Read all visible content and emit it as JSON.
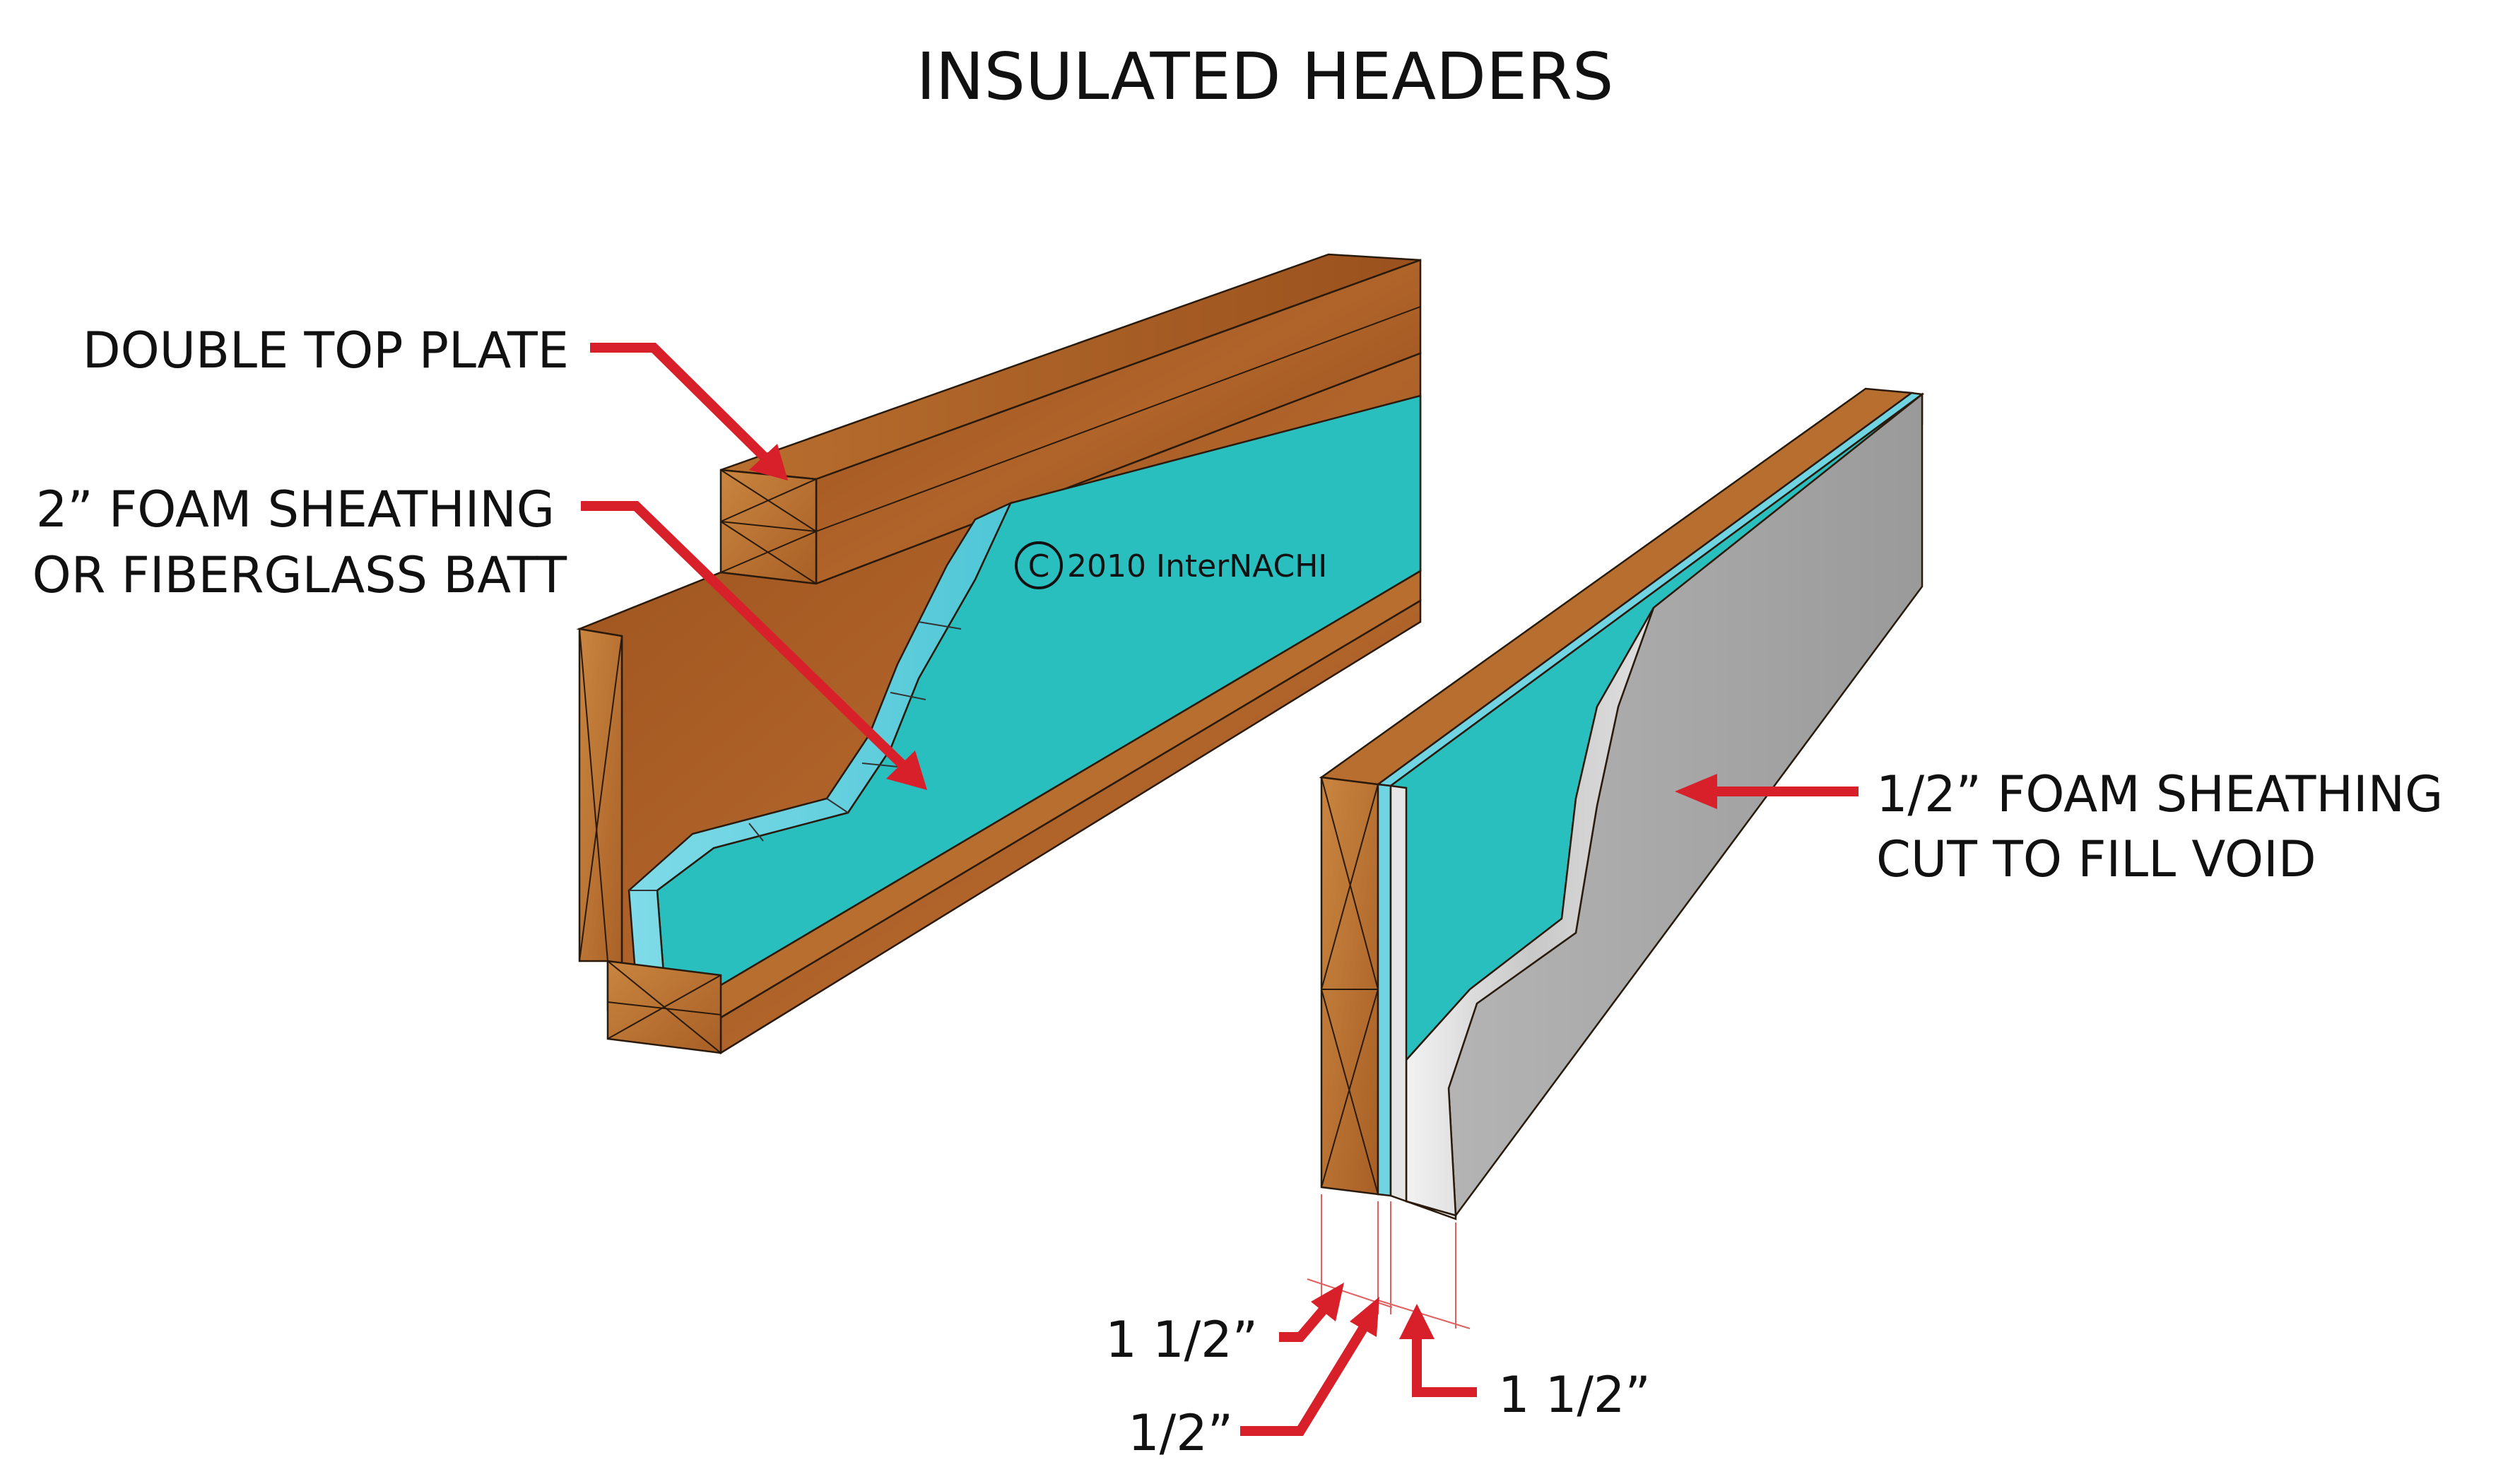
{
  "title": "INSULATED HEADERS",
  "copyright": {
    "symbol": "C",
    "text": "2010  InterNACHI"
  },
  "callouts": {
    "double_top_plate": "DOUBLE TOP PLATE",
    "foam_line1": "2” FOAM SHEATHING",
    "foam_line2": "OR FIBERGLASS BATT",
    "half_foam_line1": "1/2” FOAM SHEATHING",
    "half_foam_line2": "CUT TO FILL VOID"
  },
  "dimensions": {
    "left": "1 1/2”",
    "middle": "1/2”",
    "right": "1 1/2”"
  },
  "colors": {
    "wood_front": "#a3571f",
    "wood_top": "#b8702e",
    "wood_end": "#c27a38",
    "foam": "#2abfbf",
    "foam_light": "#70d4e2",
    "gray_face": "#a6a6a6",
    "gray_light": "#e6e6e6",
    "arrow": "#d8202a"
  }
}
